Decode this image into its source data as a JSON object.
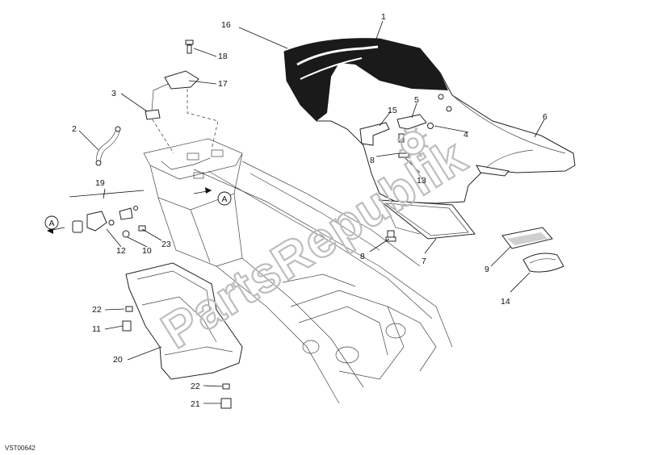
{
  "watermark": {
    "text": "PartsRepublik"
  },
  "drawing_code": "VST00642",
  "callouts": {
    "c1": "1",
    "c2": "2",
    "c3": "3",
    "c4": "4",
    "c5": "5",
    "c6": "6",
    "c7": "7",
    "c8a": "8",
    "c8b": "8",
    "c10": "10",
    "c11": "11",
    "c12": "12",
    "c13": "13",
    "c14": "14",
    "c15": "15",
    "c16": "16",
    "c17": "17",
    "c18": "18",
    "c19": "19",
    "c20": "20",
    "c21": "21",
    "c22a": "22",
    "c22b": "22",
    "c23": "23",
    "c9": "9"
  },
  "refs": {
    "ref_a_right": "A",
    "ref_a_left": "A"
  }
}
